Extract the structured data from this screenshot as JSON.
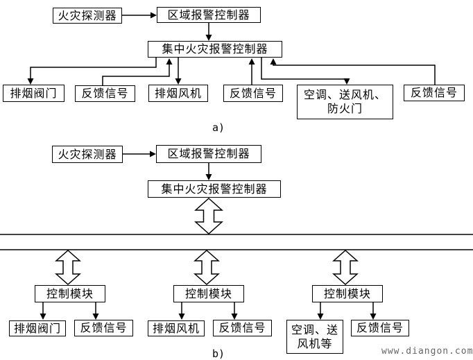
{
  "section_a": {
    "label": "a)",
    "nodes": {
      "detector": "火灾探测器",
      "zone": "区域报警控制器",
      "central": "集中火灾报警控制器",
      "damper": "排烟阀门",
      "feedback1": "反馈信号",
      "fan": "排烟风机",
      "feedback2": "反馈信号",
      "hvac_line1": "空调、送风机、",
      "hvac_line2": "防火门",
      "feedback3": "反馈信号"
    }
  },
  "section_b": {
    "label": "b)",
    "nodes": {
      "detector": "火灾探测器",
      "zone": "区域报警控制器",
      "central": "集中火灾报警控制器",
      "control_module1": "控制模块",
      "control_module2": "控制模块",
      "control_module3": "控制模块",
      "damper": "排烟阀门",
      "feedback1": "反馈信号",
      "fan": "排烟风机",
      "feedback2": "反馈信号",
      "hvac_line1": "空调、送",
      "hvac_line2": "风机等",
      "feedback3": "反馈信号"
    }
  },
  "watermark": "www.diangon.com",
  "colors": {
    "line": "#000000",
    "background": "#ffffff",
    "text": "#000000",
    "watermark": "#666666"
  }
}
